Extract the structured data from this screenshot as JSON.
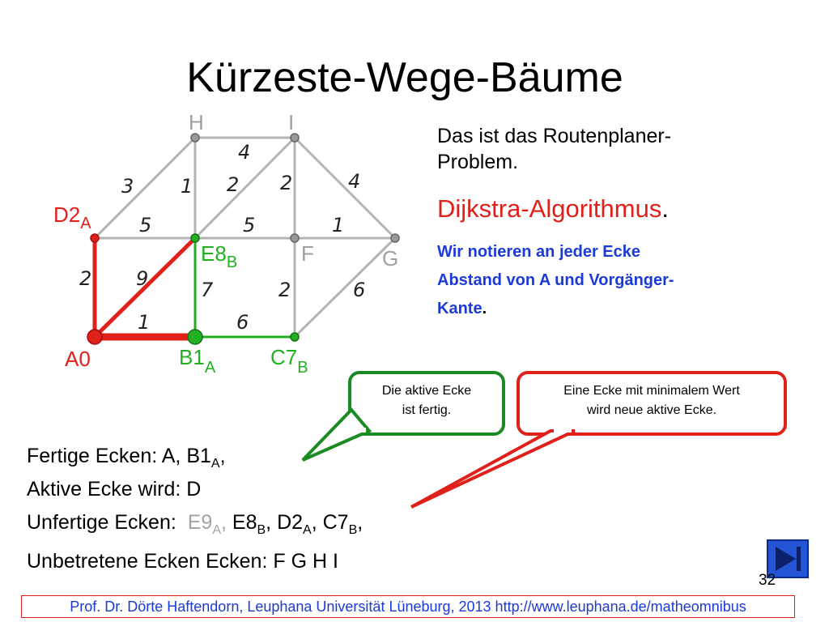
{
  "title": "Kürzeste-Wege-Bäume",
  "graph": {
    "vertices": [
      {
        "label": "H",
        "sub": ""
      },
      {
        "label": "I",
        "sub": ""
      },
      {
        "label": "D2",
        "sub": "A"
      },
      {
        "label": "E8",
        "sub": "B"
      },
      {
        "label": "F",
        "sub": ""
      },
      {
        "label": "G",
        "sub": ""
      },
      {
        "label": "A0",
        "sub": ""
      },
      {
        "label": "B1",
        "sub": "A"
      },
      {
        "label": "C7",
        "sub": "B"
      }
    ],
    "edge_weights": [
      "3",
      "1",
      "4",
      "2",
      "2",
      "4",
      "5",
      "5",
      "1",
      "2",
      "9",
      "7",
      "2",
      "6",
      "1",
      "6"
    ],
    "colors": {
      "red": "#e0201a",
      "green": "#22b022",
      "gray": "#b4b4b4"
    }
  },
  "right_text": {
    "problem": "Das ist das Routenplaner-Problem.",
    "problem_line1": "Das ist das Routenplaner-",
    "problem_line2": "Problem.",
    "algorithm": "Dijkstra-Algorithmus",
    "algorithm_dot": ".",
    "note_line1": "Wir notieren an jeder Ecke",
    "note_line2": "Abstand von A und Vorgänger-",
    "note_line3": "Kante",
    "note_dot": "."
  },
  "callouts": {
    "green": {
      "line1": "Die aktive Ecke",
      "line2": "ist fertig."
    },
    "red": {
      "line1": "Eine Ecke mit minimalem Wert",
      "line2": "wird neue aktive Ecke."
    }
  },
  "status": {
    "fertig_label": "Fertige Ecken: A, B1",
    "fertig_sub": "A",
    "fertig_end": ",",
    "aktiv": "Aktive Ecke wird: D",
    "unfertig_label": "Unfertige Ecken:  ",
    "unfertig": [
      {
        "name": "E9",
        "sub": "A",
        "done": true
      },
      {
        "name": "E8",
        "sub": "B",
        "done": false
      },
      {
        "name": "D2",
        "sub": "A",
        "done": false
      },
      {
        "name": "C7",
        "sub": "B",
        "done": false
      }
    ],
    "unbetreten": "Unbetretene Ecken Ecken:  F G H I"
  },
  "page_number": "32",
  "footer": "Prof. Dr. Dörte Haftendorn, Leuphana Universität Lüneburg, 2013 http://www.leuphana.de/matheomnibus"
}
